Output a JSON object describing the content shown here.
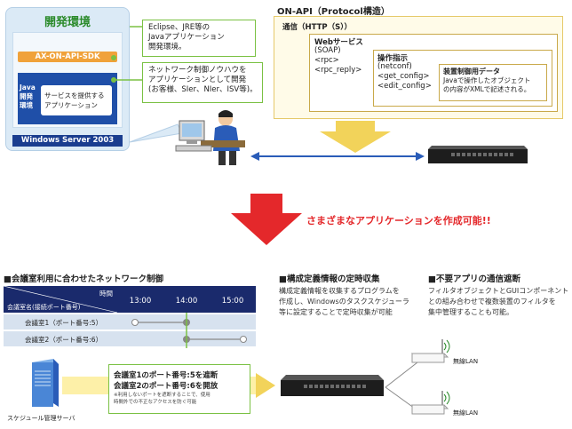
{
  "dev_env": {
    "title": "開発環境",
    "sdk": "AX-ON-API-SDK",
    "java_env": "Java\n開発\n環境",
    "service_app": "サービスを提供する\nアプリケーション",
    "os": "Windows Server 2003"
  },
  "callouts": {
    "eclipse": "Eclipse、JRE等の\nJavaアプリケーション\n開発環境。",
    "knowhow": "ネットワーク制御ノウハウを\nアプリケーションとして開発\n(お客様、SIer、NIer、ISV等)。"
  },
  "on_api": {
    "title": "ON-API（Protocol構造）",
    "comm": "通信（HTTP（S））",
    "web_service_title": "Webサービス",
    "web_service_lines": "(SOAP)\n<rpc>\n<rpc_reply>",
    "op_title": "操作指示",
    "op_lines": "(netconf)\n<get_config>\n<edit_config>",
    "data_title": "装置制御用データ",
    "data_desc": "Javaで操作したオブジェクト\nの内容がXMLで記述される。"
  },
  "main_message": "さまざまなアプリケーションを作成可能!!",
  "section1": {
    "title": "■会議室利用に合わせたネットワーク制御",
    "header_time": "時間",
    "header_room": "会議室名(接続ポート番号)",
    "times": [
      "13:00",
      "14:00",
      "15:00"
    ],
    "rooms": [
      "会議室1（ポート番号:5）",
      "会議室2（ポート番号:6）"
    ],
    "box_line1": "会議室1のポート番号:5を遮断",
    "box_line2": "会議室2のポート番号:6を開放",
    "box_note": "※利用しないポートを遮断することで、使用\n時間外での不正なアクセスを防ぐ可能",
    "server_label": "スケジュール管理サーバ"
  },
  "section2": {
    "title": "■構成定義情報の定時収集",
    "body": "構成定義情報を収集するプログラムを\n作成し、Windowsのタスクスケジューラ\n等に設定することで定時収集が可能"
  },
  "section3": {
    "title": "■不要アプリの通信遮断",
    "body": "フィルタオブジェクトとGUIコンポーネント\nとの組み合わせで複数装置のフィルタを\n集中管理することも可能。"
  },
  "wlan": [
    "無線LAN",
    "無線LAN"
  ],
  "colors": {
    "green": "#7ac143",
    "navy": "#1a2a6c",
    "red": "#e4282b",
    "blue": "#2a5cb8",
    "yellow": "#f2d35a"
  }
}
